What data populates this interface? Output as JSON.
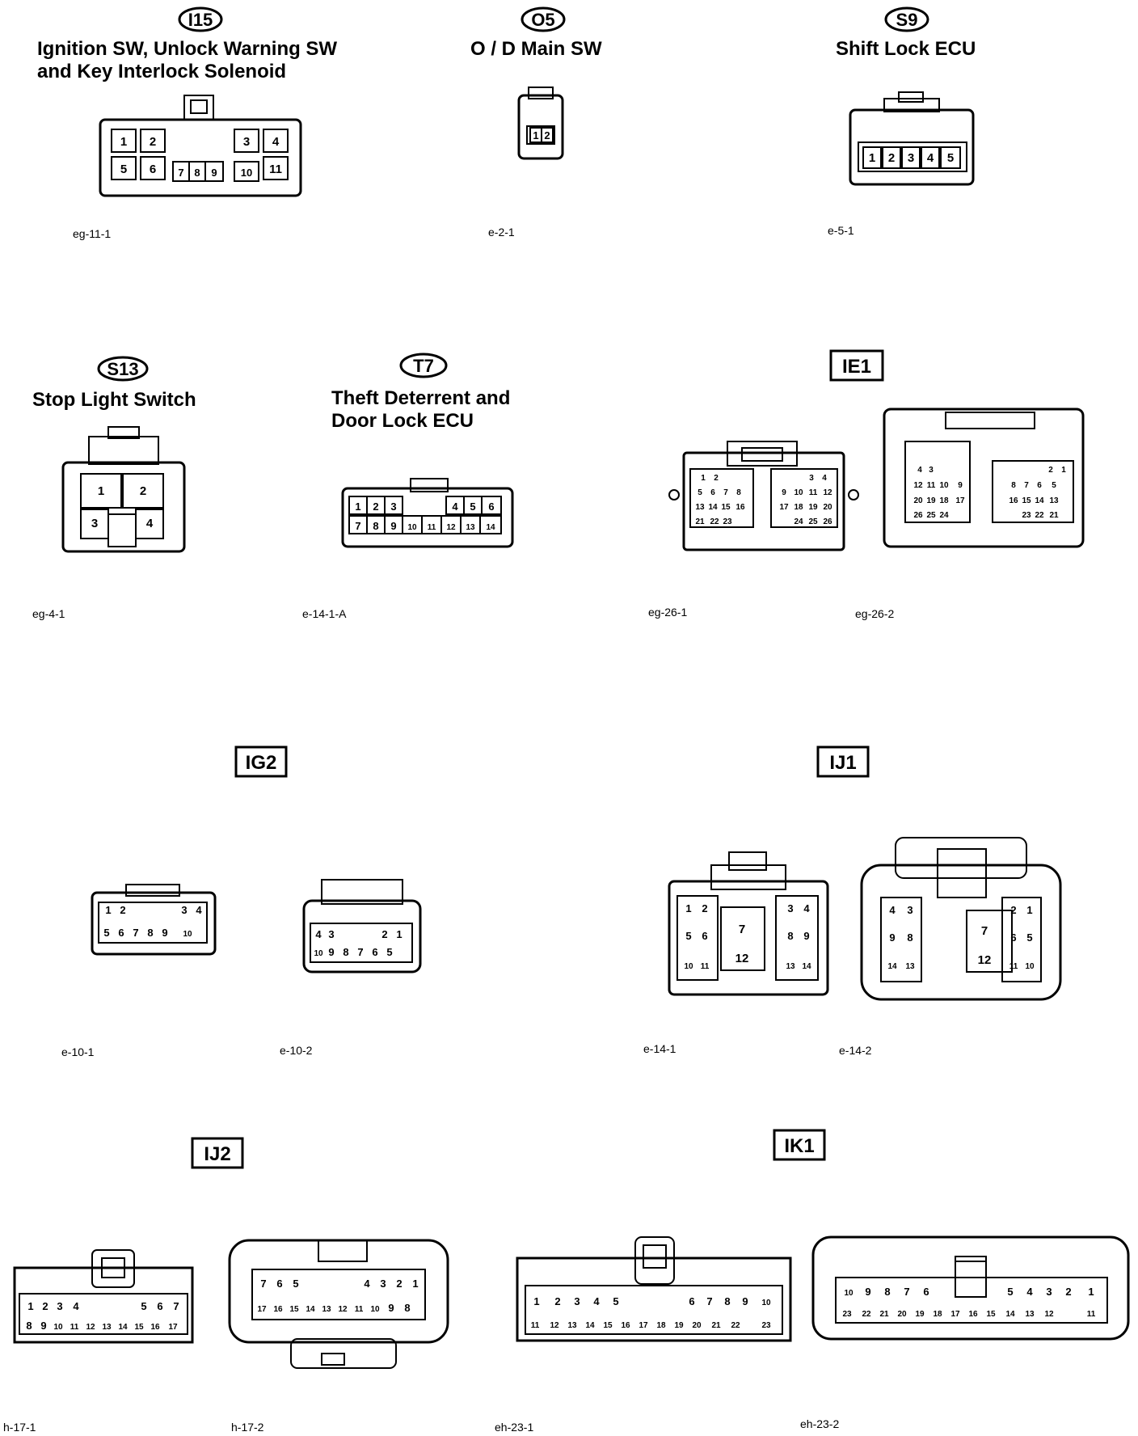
{
  "connectors": [
    {
      "id": "I15",
      "style": "oval",
      "title_lines": [
        "Ignition SW, Unlock Warning SW",
        "and Key Interlock Solenoid"
      ],
      "codes": [
        "eg-11-1"
      ]
    },
    {
      "id": "O5",
      "style": "oval",
      "title_lines": [
        "O / D Main SW"
      ],
      "codes": [
        "e-2-1"
      ]
    },
    {
      "id": "S9",
      "style": "oval",
      "title_lines": [
        "Shift Lock ECU"
      ],
      "codes": [
        "e-5-1"
      ]
    },
    {
      "id": "S13",
      "style": "oval",
      "title_lines": [
        "Stop Light Switch"
      ],
      "codes": [
        "eg-4-1"
      ]
    },
    {
      "id": "T7",
      "style": "oval",
      "title_lines": [
        "Theft Deterrent and",
        "Door Lock ECU"
      ],
      "codes": [
        "e-14-1-A"
      ]
    },
    {
      "id": "IE1",
      "style": "box",
      "title_lines": [],
      "codes": [
        "eg-26-1",
        "eg-26-2"
      ]
    },
    {
      "id": "IG2",
      "style": "box",
      "title_lines": [],
      "codes": [
        "e-10-1",
        "e-10-2"
      ]
    },
    {
      "id": "IJ1",
      "style": "box",
      "title_lines": [],
      "codes": [
        "e-14-1",
        "e-14-2"
      ]
    },
    {
      "id": "IJ2",
      "style": "box",
      "title_lines": [],
      "codes": [
        "h-17-1",
        "h-17-2"
      ]
    },
    {
      "id": "IK1",
      "style": "box",
      "title_lines": [],
      "codes": [
        "eh-23-1",
        "eh-23-2"
      ]
    }
  ]
}
